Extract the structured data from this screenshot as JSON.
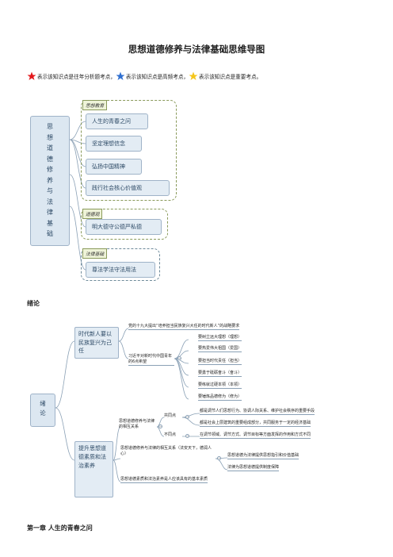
{
  "doc_title": "思想道德修养与法律基础思维导图",
  "legend": {
    "red_text": "表示该知识点是往年分析题考点，",
    "blue_text": "表示该知识点是高频考点，",
    "yellow_text": "表示该知识点是重要考点。",
    "colors": {
      "red": "#e3171b",
      "blue": "#2f6fd0",
      "yellow": "#f5c61a"
    }
  },
  "map1": {
    "root": "思想道德修养与法律基础",
    "groups": [
      {
        "tag": "思想教育",
        "items": [
          "人生的青春之问",
          "坚定理想信念",
          "弘扬中国精神",
          "践行社会核心价值观"
        ]
      },
      {
        "tag": "道德观",
        "items": [
          "明大德守公德严私德"
        ]
      },
      {
        "tag": "法律基础",
        "items": [
          "尊法学法守法用法"
        ]
      }
    ]
  },
  "section_intro": "绪论",
  "map2": {
    "root": "绪论",
    "b1": {
      "label": "时代新人要以民族复兴为己任",
      "top": "党的十九大提出“培养担当民族复兴大任的时代新人”的战略要求",
      "sub": "习近平对新时代中国青年的6点希望",
      "leaves": [
        "要树立远大理想（理想）",
        "要热爱伟大祖国（爱国）",
        "要担当时代责任（担当）",
        "要勇于砥砺奋斗（奋斗）",
        "要练就过硬本领（本领）",
        "要锤炼品德修为（修为）"
      ]
    },
    "b2": {
      "label": "提升思想道德素质和法治素养",
      "rel": "思想道德修养与法律的相互关系",
      "same": "共同点",
      "same_leaves": [
        "都是调节人们思想行为、协调人际关系、维护社会秩序的重要手段",
        "都是社会上层建筑的重要组成部分，共同服务于一定的经济基础"
      ],
      "diff": "不同点",
      "diff_leaf": "在调节领域、调节方式、调节目标等方面发挥的作用和方式不同",
      "law_rel": "思想道德修养与法律的相互关系（法安天下，德润人心）",
      "law_leaves": [
        "思想道德为法律提供思想指引和价值基础",
        "法律为思想道德提供制度保障"
      ],
      "bottom": "思想道德素质和法治素养是人应该具有的基本素质"
    }
  },
  "chapter1": "第一章  人生的青春之问"
}
